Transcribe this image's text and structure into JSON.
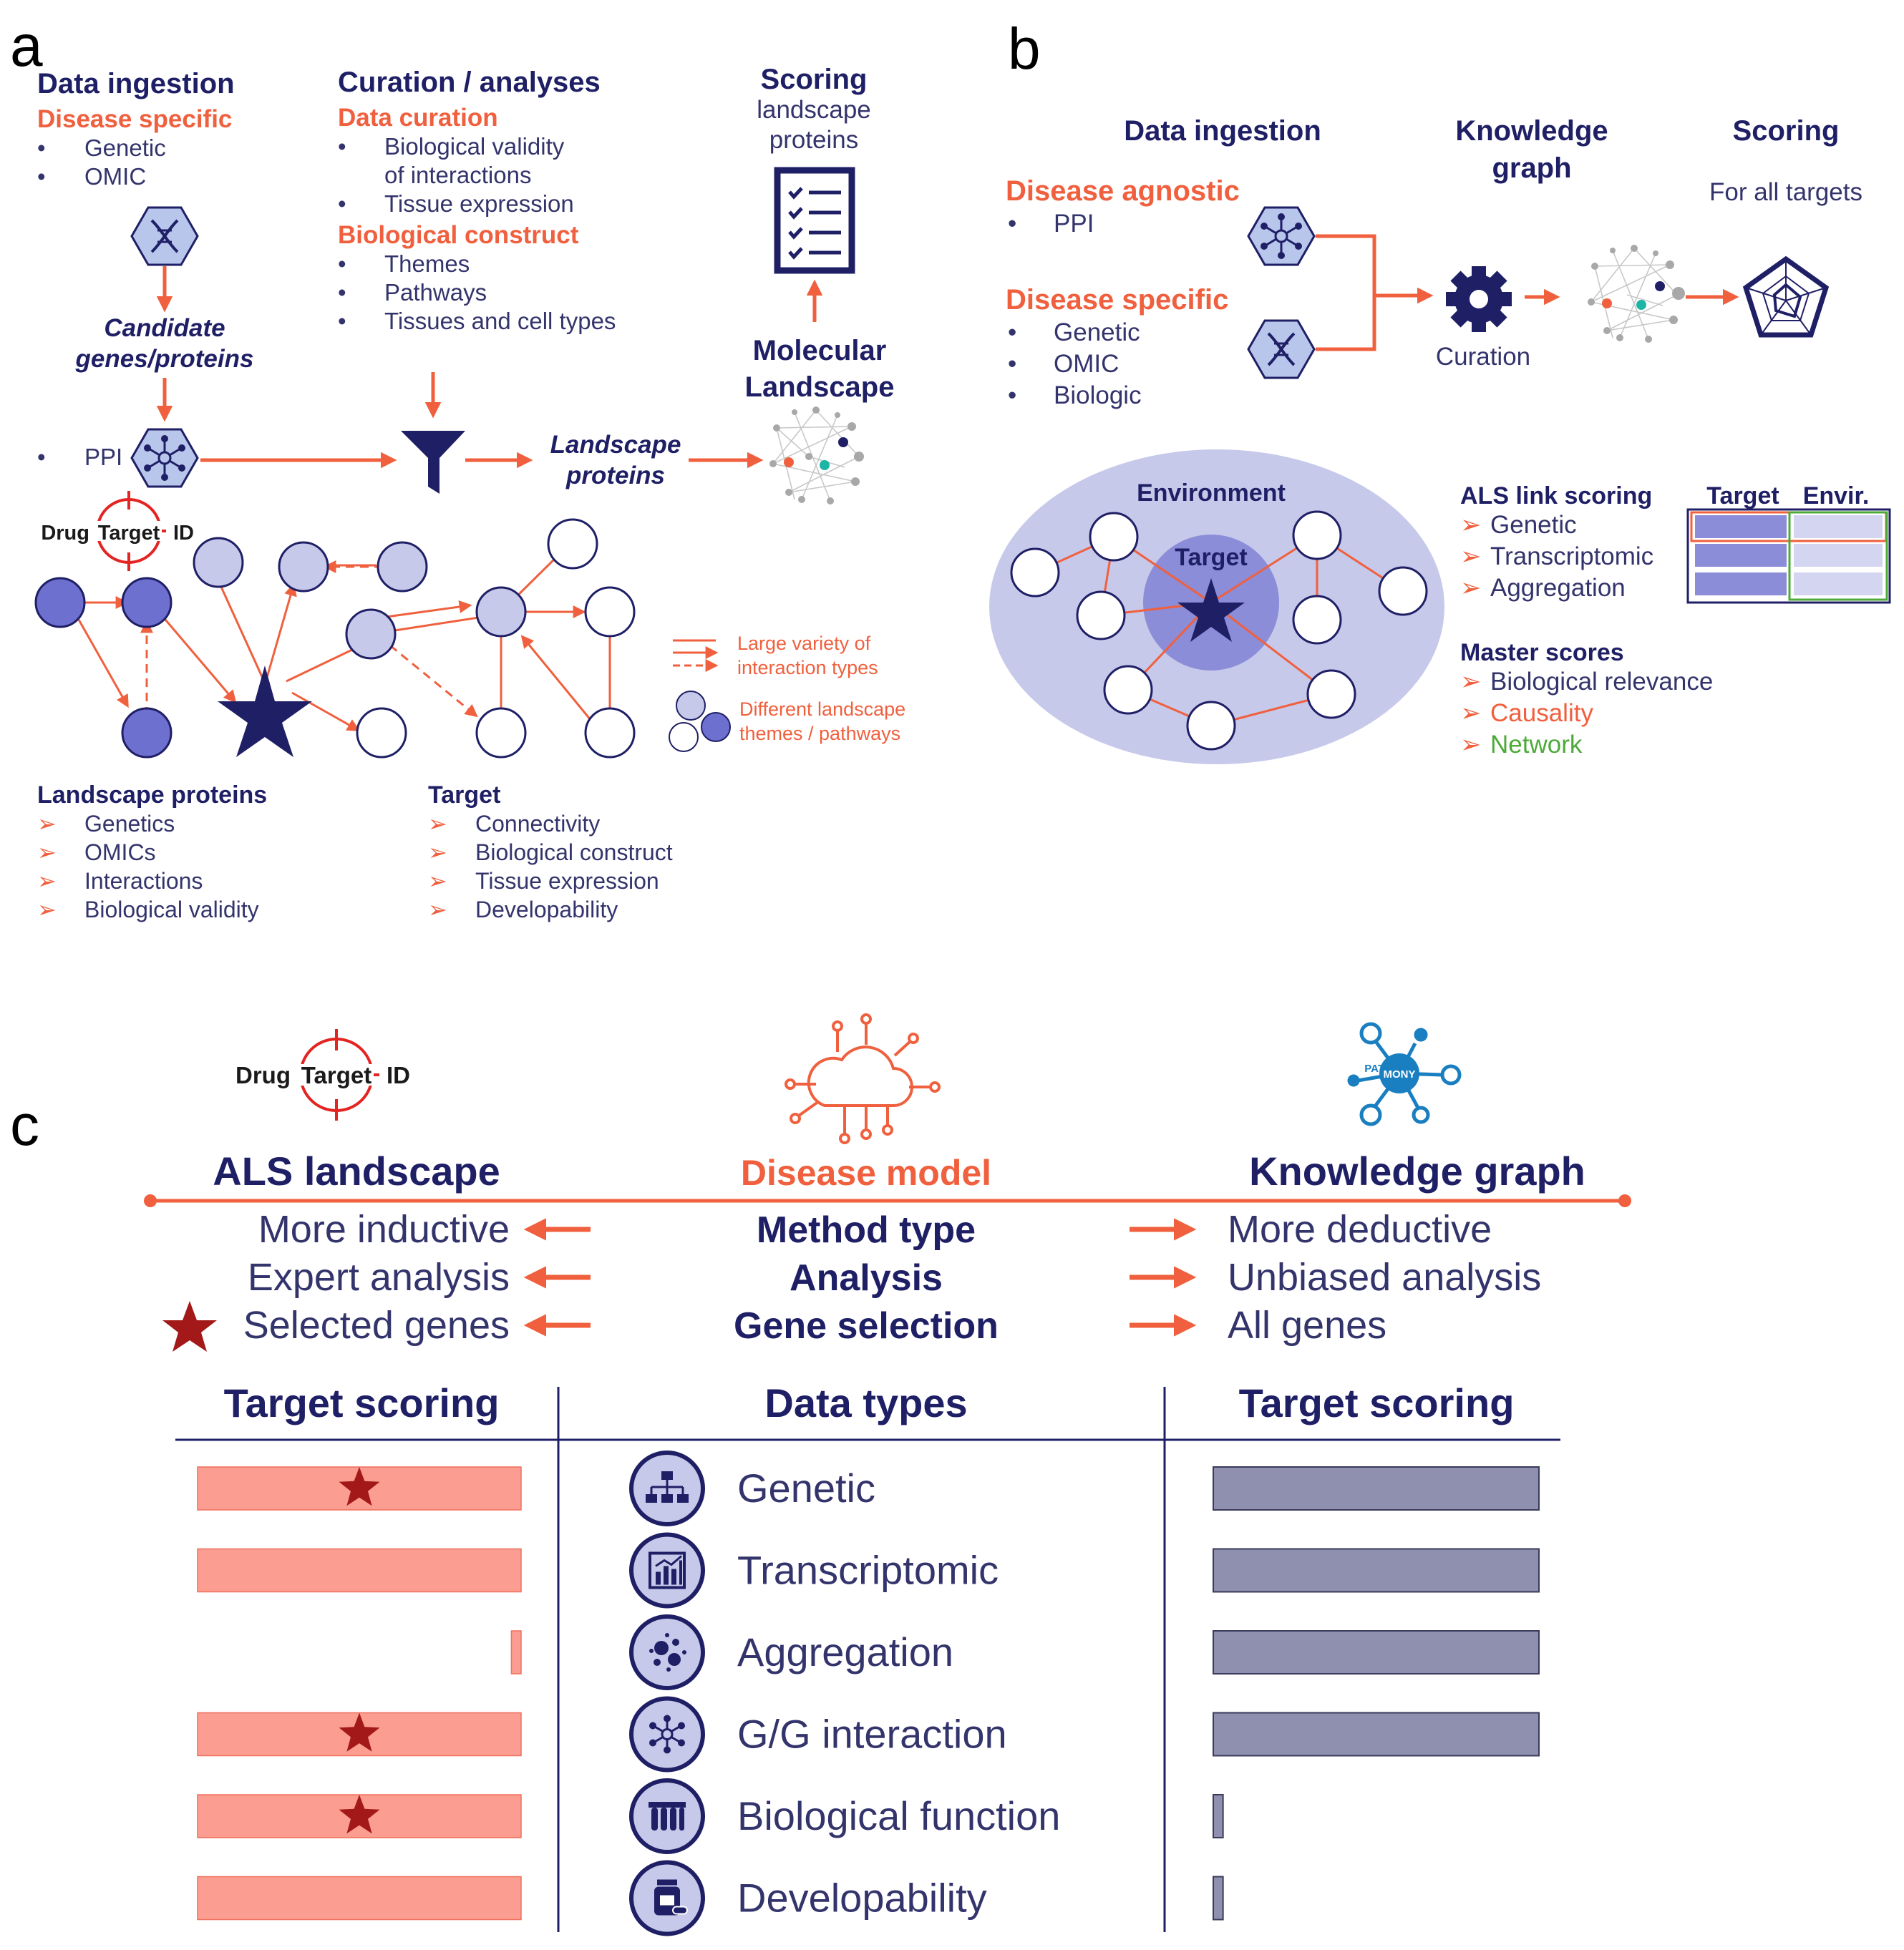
{
  "colors": {
    "navy": "#1f1f66",
    "orange": "#f0603e",
    "lavender": "#c7c9ea",
    "purple_fill": "#6d70cf",
    "light_bar": "#fb9d90",
    "grey_bar": "#8f8fb0",
    "green": "#4caa38",
    "dark_red": "#a31818"
  },
  "panel_a": {
    "letter": "a",
    "col1": {
      "title": "Data ingestion",
      "subtitle": "Disease specific",
      "items": [
        "Genetic",
        "OMIC"
      ]
    },
    "col2": {
      "title": "Curation / analyses",
      "subtitle1": "Data curation",
      "items1": [
        "Biological validity",
        "of interactions",
        "Tissue expression"
      ],
      "subtitle2": "Biological construct",
      "items2": [
        "Themes",
        "Pathways",
        "Tissues and cell types"
      ]
    },
    "scoring": {
      "title": "Scoring",
      "line1": "landscape",
      "line2": "proteins"
    },
    "candidate": {
      "line1": "Candidate",
      "line2": "genes/proteins"
    },
    "ppi": "PPI",
    "landscape_proteins_label": {
      "line1": "Landscape",
      "line2": "proteins"
    },
    "molecular_landscape": {
      "line1": "Molecular",
      "line2": "Landscape"
    },
    "logo": {
      "left": "Drug",
      "middle": "Target",
      "right": "ID"
    },
    "legend": {
      "l1a": "Large variety of",
      "l1b": "interaction types",
      "l2a": "Different landscape",
      "l2b": "themes / pathways"
    },
    "lp_list": {
      "title": "Landscape proteins",
      "items": [
        "Genetics",
        "OMICs",
        "Interactions",
        "Biological validity"
      ]
    },
    "target_list": {
      "title": "Target",
      "items": [
        "Connectivity",
        "Biological construct",
        "Tissue expression",
        "Developability"
      ]
    }
  },
  "panel_b": {
    "letter": "b",
    "h_data": "Data ingestion",
    "h_kg1": "Knowledge",
    "h_kg2": "graph",
    "h_scoring": "Scoring",
    "for_all": "For all targets",
    "agnostic": {
      "title": "Disease agnostic",
      "items": [
        "PPI"
      ]
    },
    "specific": {
      "title": "Disease specific",
      "items": [
        "Genetic",
        "OMIC",
        "Biologic"
      ]
    },
    "curation": "Curation",
    "environment": "Environment",
    "target": "Target",
    "als": {
      "title": "ALS link scoring",
      "items": [
        "Genetic",
        "Transcriptomic",
        "Aggregation"
      ]
    },
    "table_heads": {
      "target": "Target",
      "envir": "Envir."
    },
    "master": {
      "title": "Master scores",
      "items": [
        "Biological relevance",
        "Causality",
        "Network"
      ]
    }
  },
  "panel_c": {
    "letter": "c",
    "left_logo": {
      "left": "Drug",
      "middle": "Target",
      "right": "ID"
    },
    "right_logo": {
      "line1": "PATRI",
      "line2": "MONY"
    },
    "col_left": "ALS landscape",
    "col_mid": "Disease model",
    "col_right": "Knowledge graph",
    "rows": [
      {
        "left": "More inductive",
        "mid": "Method type",
        "right": "More deductive"
      },
      {
        "left": "Expert analysis",
        "mid": "Analysis",
        "right": "Unbiased analysis"
      },
      {
        "left": "Selected genes",
        "mid": "Gene selection",
        "right": "All genes"
      }
    ],
    "table_heads": {
      "left": "Target scoring",
      "mid": "Data types",
      "right": "Target scoring"
    },
    "data_types": [
      {
        "name": "Genetic",
        "icon": "hierarchy-icon"
      },
      {
        "name": "Transcriptomic",
        "icon": "bar-chart-icon"
      },
      {
        "name": "Aggregation",
        "icon": "cells-icon"
      },
      {
        "name": "G/G interaction",
        "icon": "network-icon"
      },
      {
        "name": "Biological function",
        "icon": "test-tubes-icon"
      },
      {
        "name": "Developability",
        "icon": "pill-bottle-icon"
      }
    ],
    "left_scores": [
      1.0,
      1.0,
      0.03,
      1.0,
      1.0,
      1.0
    ],
    "left_starred": [
      true,
      false,
      false,
      true,
      true,
      false
    ],
    "right_scores": [
      1.0,
      1.0,
      1.0,
      1.0,
      0.03,
      0.03
    ]
  }
}
